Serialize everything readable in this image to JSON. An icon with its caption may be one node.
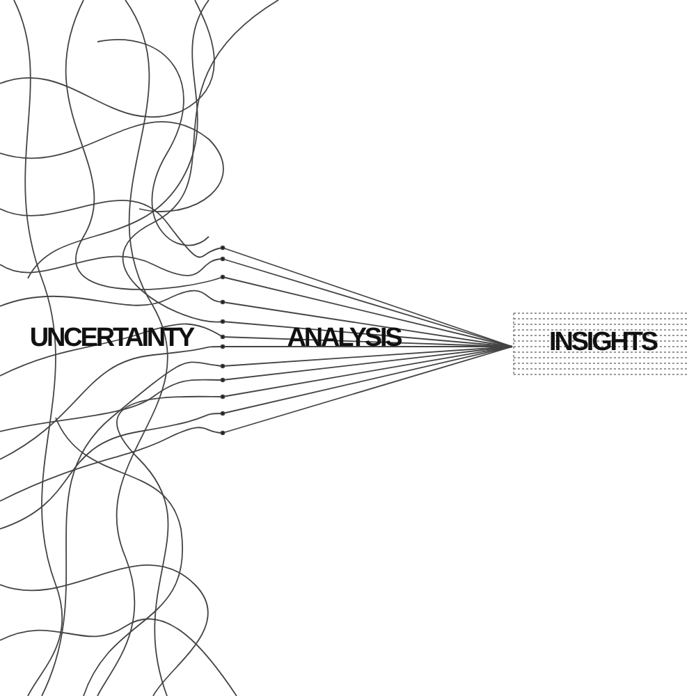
{
  "diagram": {
    "labels": [
      "UNCERTAINTY",
      "ANALYSIS",
      "INSIGHTS"
    ]
  }
}
